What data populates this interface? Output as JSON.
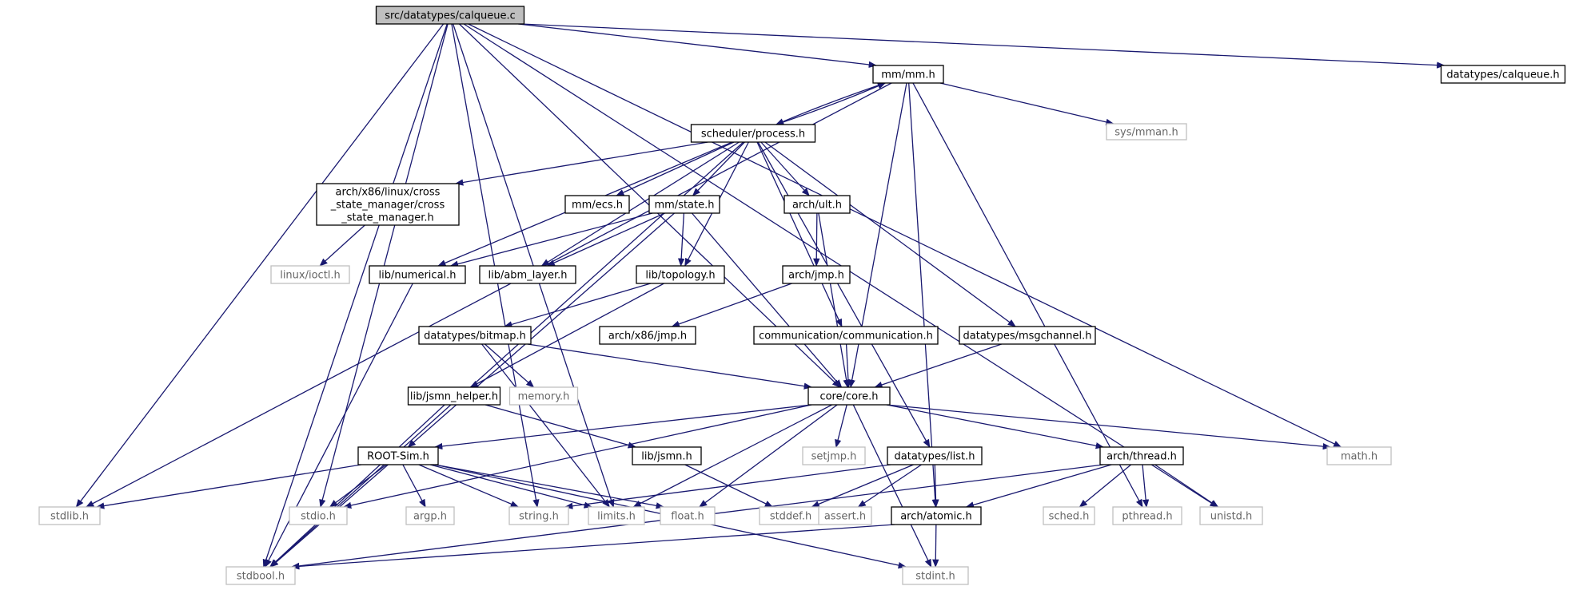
{
  "graph": {
    "colors": {
      "edge": "#191970",
      "node_border": "#000000",
      "system_border": "#bfbfbf",
      "system_text": "#666666",
      "root_fill": "#bfbfbf",
      "node_fill": "#ffffff"
    },
    "nodes": [
      {
        "id": "calqueue_c",
        "label": "src/datatypes/calqueue.c",
        "kind": "root"
      },
      {
        "id": "mm_h",
        "label": "mm/mm.h",
        "kind": "header"
      },
      {
        "id": "dt_calqueue_h",
        "label": "datatypes/calqueue.h",
        "kind": "header"
      },
      {
        "id": "process_h",
        "label": "scheduler/process.h",
        "kind": "header"
      },
      {
        "id": "sys_mman_h",
        "label": "sys/mman.h",
        "kind": "system"
      },
      {
        "id": "cross_h",
        "label": [
          "arch/x86/linux/cross",
          "_state_manager/cross",
          "_state_manager.h"
        ],
        "kind": "header"
      },
      {
        "id": "mm_ecs_h",
        "label": "mm/ecs.h",
        "kind": "header"
      },
      {
        "id": "mm_state_h",
        "label": "mm/state.h",
        "kind": "header"
      },
      {
        "id": "arch_ult_h",
        "label": "arch/ult.h",
        "kind": "header"
      },
      {
        "id": "linux_ioctl_h",
        "label": "linux/ioctl.h",
        "kind": "system"
      },
      {
        "id": "lib_numerical_h",
        "label": "lib/numerical.h",
        "kind": "header"
      },
      {
        "id": "lib_abm_layer_h",
        "label": "lib/abm_layer.h",
        "kind": "header"
      },
      {
        "id": "lib_topology_h",
        "label": "lib/topology.h",
        "kind": "header"
      },
      {
        "id": "arch_jmp_h",
        "label": "arch/jmp.h",
        "kind": "header"
      },
      {
        "id": "dt_bitmap_h",
        "label": "datatypes/bitmap.h",
        "kind": "header"
      },
      {
        "id": "arch_x86_jmp_h",
        "label": "arch/x86/jmp.h",
        "kind": "header"
      },
      {
        "id": "comm_h",
        "label": "communication/communication.h",
        "kind": "header"
      },
      {
        "id": "dt_msgchannel_h",
        "label": "datatypes/msgchannel.h",
        "kind": "header"
      },
      {
        "id": "memory_h",
        "label": "memory.h",
        "kind": "system"
      },
      {
        "id": "core_h",
        "label": "core/core.h",
        "kind": "header"
      },
      {
        "id": "lib_jsmn_helper_h",
        "label": "lib/jsmn_helper.h",
        "kind": "header"
      },
      {
        "id": "root_sim_h",
        "label": "ROOT-Sim.h",
        "kind": "header"
      },
      {
        "id": "lib_jsmn_h",
        "label": "lib/jsmn.h",
        "kind": "header"
      },
      {
        "id": "setjmp_h",
        "label": "setjmp.h",
        "kind": "system"
      },
      {
        "id": "dt_list_h",
        "label": "datatypes/list.h",
        "kind": "header"
      },
      {
        "id": "arch_thread_h",
        "label": "arch/thread.h",
        "kind": "header"
      },
      {
        "id": "math_h",
        "label": "math.h",
        "kind": "system"
      },
      {
        "id": "stdlib_h",
        "label": "stdlib.h",
        "kind": "system"
      },
      {
        "id": "stdio_h",
        "label": "stdio.h",
        "kind": "system"
      },
      {
        "id": "argp_h",
        "label": "argp.h",
        "kind": "system"
      },
      {
        "id": "string_h",
        "label": "string.h",
        "kind": "system"
      },
      {
        "id": "limits_h",
        "label": "limits.h",
        "kind": "system"
      },
      {
        "id": "float_h",
        "label": "float.h",
        "kind": "system"
      },
      {
        "id": "stddef_h",
        "label": "stddef.h",
        "kind": "system"
      },
      {
        "id": "assert_h",
        "label": "assert.h",
        "kind": "system"
      },
      {
        "id": "arch_atomic_h",
        "label": "arch/atomic.h",
        "kind": "header"
      },
      {
        "id": "sched_h",
        "label": "sched.h",
        "kind": "system"
      },
      {
        "id": "pthread_h",
        "label": "pthread.h",
        "kind": "system"
      },
      {
        "id": "unistd_h",
        "label": "unistd.h",
        "kind": "system"
      },
      {
        "id": "stdbool_h",
        "label": "stdbool.h",
        "kind": "system"
      },
      {
        "id": "stdint_h",
        "label": "stdint.h",
        "kind": "system"
      }
    ],
    "edges": [
      [
        "calqueue_c",
        "mm_h"
      ],
      [
        "calqueue_c",
        "dt_calqueue_h"
      ],
      [
        "calqueue_c",
        "core_h"
      ],
      [
        "calqueue_c",
        "math_h"
      ],
      [
        "calqueue_c",
        "stdlib_h"
      ],
      [
        "calqueue_c",
        "stdio_h"
      ],
      [
        "calqueue_c",
        "string_h"
      ],
      [
        "calqueue_c",
        "limits_h"
      ],
      [
        "calqueue_c",
        "stdbool_h"
      ],
      [
        "calqueue_c",
        "unistd_h"
      ],
      [
        "mm_h",
        "process_h"
      ],
      [
        "mm_h",
        "sys_mman_h"
      ],
      [
        "mm_h",
        "core_h"
      ],
      [
        "mm_h",
        "stdlib_h"
      ],
      [
        "mm_h",
        "arch_atomic_h"
      ],
      [
        "mm_h",
        "pthread_h"
      ],
      [
        "process_h",
        "mm_h"
      ],
      [
        "process_h",
        "cross_h"
      ],
      [
        "process_h",
        "mm_ecs_h"
      ],
      [
        "process_h",
        "mm_state_h"
      ],
      [
        "process_h",
        "arch_ult_h"
      ],
      [
        "process_h",
        "lib_numerical_h"
      ],
      [
        "process_h",
        "lib_abm_layer_h"
      ],
      [
        "process_h",
        "lib_topology_h"
      ],
      [
        "process_h",
        "comm_h"
      ],
      [
        "process_h",
        "dt_msgchannel_h"
      ],
      [
        "process_h",
        "dt_list_h"
      ],
      [
        "process_h",
        "stdbool_h"
      ],
      [
        "cross_h",
        "linux_ioctl_h"
      ],
      [
        "mm_state_h",
        "lib_numerical_h"
      ],
      [
        "mm_state_h",
        "lib_abm_layer_h"
      ],
      [
        "mm_state_h",
        "lib_topology_h"
      ],
      [
        "mm_state_h",
        "core_h"
      ],
      [
        "mm_state_h",
        "root_sim_h"
      ],
      [
        "arch_ult_h",
        "arch_jmp_h"
      ],
      [
        "arch_ult_h",
        "core_h"
      ],
      [
        "arch_jmp_h",
        "arch_x86_jmp_h"
      ],
      [
        "lib_numerical_h",
        "stdbool_h"
      ],
      [
        "lib_topology_h",
        "dt_bitmap_h"
      ],
      [
        "lib_topology_h",
        "lib_jsmn_helper_h"
      ],
      [
        "dt_bitmap_h",
        "memory_h"
      ],
      [
        "dt_bitmap_h",
        "core_h"
      ],
      [
        "dt_bitmap_h",
        "limits_h"
      ],
      [
        "comm_h",
        "core_h"
      ],
      [
        "dt_msgchannel_h",
        "core_h"
      ],
      [
        "lib_jsmn_helper_h",
        "lib_jsmn_h"
      ],
      [
        "lib_jsmn_helper_h",
        "stdbool_h"
      ],
      [
        "lib_jsmn_h",
        "stddef_h"
      ],
      [
        "core_h",
        "root_sim_h"
      ],
      [
        "core_h",
        "setjmp_h"
      ],
      [
        "core_h",
        "arch_thread_h"
      ],
      [
        "core_h",
        "math_h"
      ],
      [
        "core_h",
        "stdio_h"
      ],
      [
        "core_h",
        "limits_h"
      ],
      [
        "core_h",
        "float_h"
      ],
      [
        "core_h",
        "stdint_h"
      ],
      [
        "root_sim_h",
        "stdlib_h"
      ],
      [
        "root_sim_h",
        "stdio_h"
      ],
      [
        "root_sim_h",
        "argp_h"
      ],
      [
        "root_sim_h",
        "string_h"
      ],
      [
        "root_sim_h",
        "limits_h"
      ],
      [
        "root_sim_h",
        "float_h"
      ],
      [
        "root_sim_h",
        "stdbool_h"
      ],
      [
        "root_sim_h",
        "stdint_h"
      ],
      [
        "dt_list_h",
        "string_h"
      ],
      [
        "dt_list_h",
        "stddef_h"
      ],
      [
        "dt_list_h",
        "assert_h"
      ],
      [
        "dt_list_h",
        "arch_atomic_h"
      ],
      [
        "arch_thread_h",
        "arch_atomic_h"
      ],
      [
        "arch_thread_h",
        "sched_h"
      ],
      [
        "arch_thread_h",
        "pthread_h"
      ],
      [
        "arch_thread_h",
        "unistd_h"
      ],
      [
        "arch_thread_h",
        "stdbool_h"
      ],
      [
        "arch_atomic_h",
        "stdbool_h"
      ],
      [
        "arch_atomic_h",
        "stdint_h"
      ]
    ]
  }
}
